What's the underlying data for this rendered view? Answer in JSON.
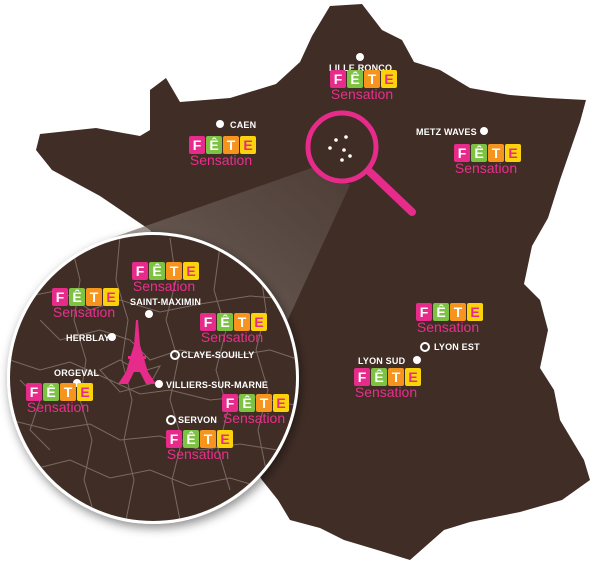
{
  "colors": {
    "land": "#402d26",
    "border_line": "#7a6a63",
    "accent": "#e62b8a",
    "white": "#ffffff"
  },
  "logo": {
    "letters": [
      "F",
      "Ê",
      "T",
      "E"
    ],
    "word": "Sensation"
  },
  "france_sites": [
    {
      "name": "LILLE RONCQ"
    },
    {
      "name": "CAEN"
    },
    {
      "name": "METZ WAVES"
    },
    {
      "name": "LYON SUD"
    },
    {
      "name": "LYON EST"
    }
  ],
  "paris_sites": [
    {
      "name": "SAINT-MAXIMIN"
    },
    {
      "name": "HERBLAY"
    },
    {
      "name": "CLAYE-SOUILLY"
    },
    {
      "name": "ORGEVAL"
    },
    {
      "name": "VILLIERS-SUR-MARNE"
    },
    {
      "name": "SERVON"
    }
  ],
  "icons": {
    "magnifier": "magnifier-icon",
    "eiffel_tower": "eiffel-tower-icon"
  }
}
